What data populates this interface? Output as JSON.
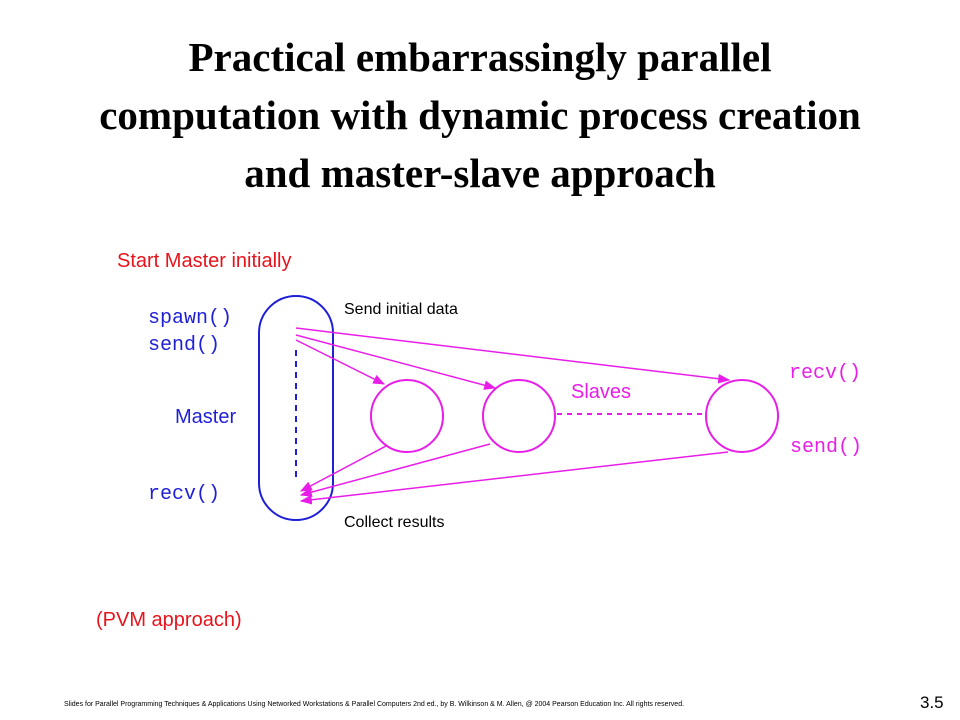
{
  "title": {
    "line1": "Practical embarrassingly parallel",
    "line2": "computation with dynamic process creation",
    "line3": "and master-slave approach"
  },
  "diagram": {
    "start_note": "Start Master initially",
    "master_code": {
      "spawn": "spawn()",
      "send": "send()",
      "recv": "recv()"
    },
    "master_label": "Master",
    "send_label": "Send initial data",
    "collect_label": "Collect results",
    "slaves_label": "Slaves",
    "slave_code": {
      "recv": "recv()",
      "send": "send()"
    },
    "approach_note": "(PVM approach)"
  },
  "colors": {
    "red": "#e8141c",
    "magenta": "#e81ee8",
    "blue": "#1f1fd8",
    "black": "#000000"
  },
  "footer": {
    "citation": "Slides for Parallel Programming Techniques & Applications Using Networked Workstations & Parallel Computers 2nd ed., by B. Wilkinson & M. Allen, @ 2004 Pearson Education Inc. All rights reserved.",
    "slide_number": "3.5"
  }
}
